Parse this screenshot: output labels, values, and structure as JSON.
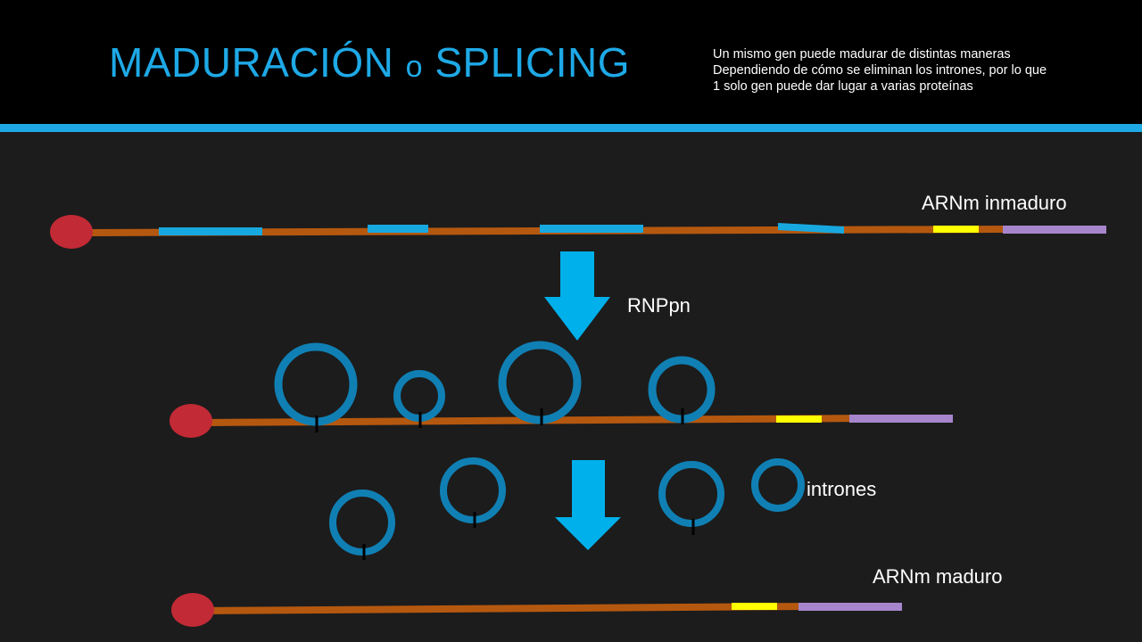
{
  "title": {
    "main": "MADURACIÓN",
    "connector": "o",
    "rest": "SPLICING"
  },
  "subtitle": {
    "lines": [
      "Un mismo gen puede madurar de distintas maneras",
      "Dependiendo de cómo se eliminan los intrones, por lo que",
      "1 solo gen puede dar lugar a varias proteínas"
    ]
  },
  "labels": {
    "immature_mrna": "ARNm inmaduro",
    "snrnp": "RNPpn",
    "introns": "intrones",
    "mature_mrna": "ARNm maduro"
  },
  "colors": {
    "strand": "#b5580f",
    "exon": "#18a8e0",
    "cap": "#c22a36",
    "utr_yellow": "#ffff00",
    "poly_a": "#a785cc",
    "intron_loop": "#1080b4",
    "arrow": "#00b0ea"
  }
}
